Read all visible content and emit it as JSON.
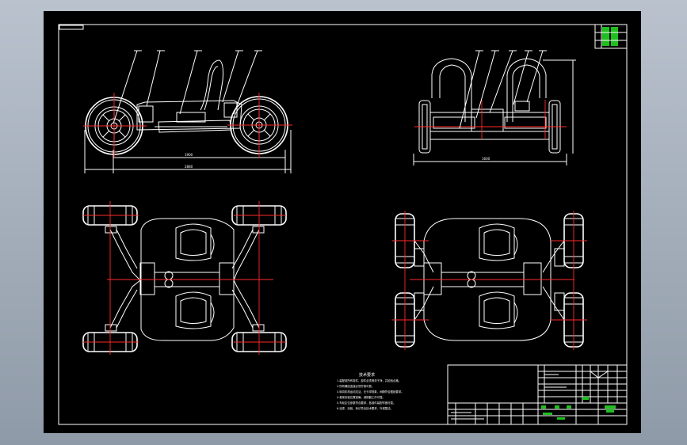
{
  "drawing": {
    "notes_heading": "技术要求",
    "notes": [
      "1.装配前所有零件、部件必须清洗干净，并检验合格。",
      "2.所有螺纹连接必须拧紧可靠。",
      "3.转向机构运动灵活，无卡滞现象，间隙符合图纸要求。",
      "4.悬架安装位置准确，减振器工作可靠。",
      "5.车轮定位参数符合要求，各部件装配牢固可靠。",
      "6.油漆、涂装、标记符合技术要求，外观整洁。"
    ]
  },
  "colors": {
    "sheet_bg": "#000000",
    "lines": "#ffffff",
    "center_lines": "#ff2a2a",
    "title_text": "#1fe01f",
    "frame_outer": "#b9c2cd"
  }
}
